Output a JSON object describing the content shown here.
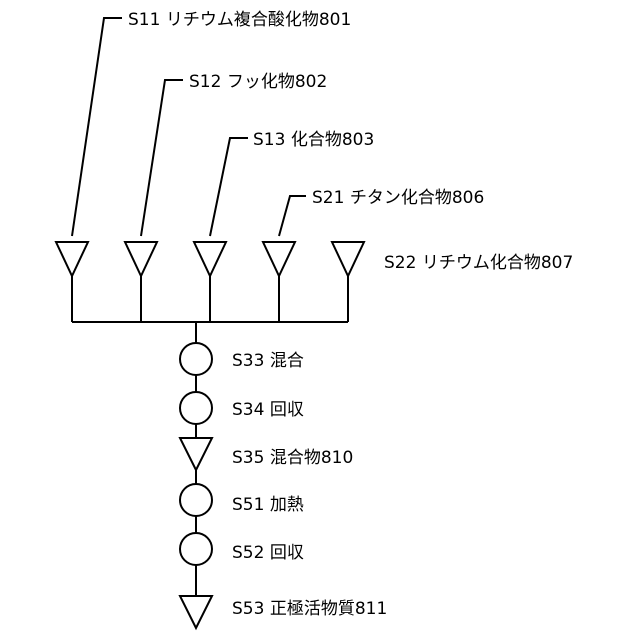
{
  "inputs": [
    {
      "label": "S11 リチウム複合酸化物801"
    },
    {
      "label": "S12 フッ化物802"
    },
    {
      "label": "S13 化合物803"
    },
    {
      "label": "S21 チタン化合物806"
    },
    {
      "label": "S22 リチウム化合物807"
    }
  ],
  "steps": [
    {
      "kind": "process",
      "label": "S33 混合"
    },
    {
      "kind": "process",
      "label": "S34 回収"
    },
    {
      "kind": "material",
      "label": "S35 混合物810"
    },
    {
      "kind": "process",
      "label": "S51 加熱"
    },
    {
      "kind": "process",
      "label": "S52 回収"
    },
    {
      "kind": "material",
      "label": "S53 正極活物質811"
    }
  ],
  "colors": {
    "line": "#000000",
    "background": "#ffffff"
  }
}
